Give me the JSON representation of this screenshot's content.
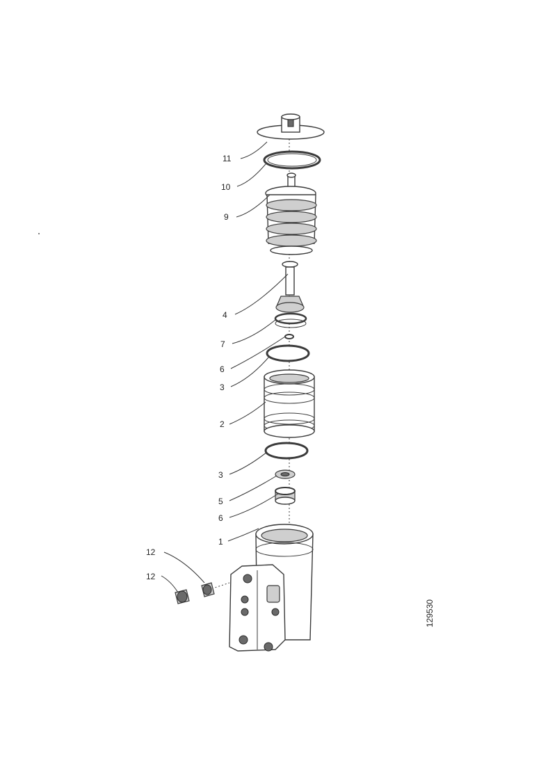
{
  "callouts": [
    {
      "id": "c11",
      "label": "11"
    },
    {
      "id": "c10",
      "label": "10"
    },
    {
      "id": "c9",
      "label": "9"
    },
    {
      "id": "c4",
      "label": "4"
    },
    {
      "id": "c7",
      "label": "7"
    },
    {
      "id": "c6a",
      "label": "6"
    },
    {
      "id": "c3a",
      "label": "3"
    },
    {
      "id": "c2",
      "label": "2"
    },
    {
      "id": "c3b",
      "label": "3"
    },
    {
      "id": "c5",
      "label": "5"
    },
    {
      "id": "c6b",
      "label": "6"
    },
    {
      "id": "c1",
      "label": "1"
    },
    {
      "id": "c12a",
      "label": "12"
    },
    {
      "id": "c12b",
      "label": "12"
    }
  ],
  "drawing_number": "129530"
}
